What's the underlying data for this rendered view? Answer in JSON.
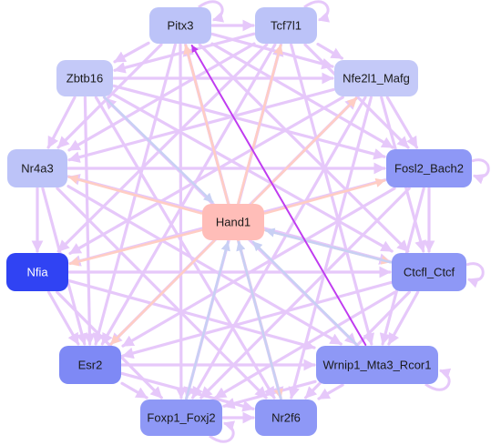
{
  "graph": {
    "nodes": [
      {
        "id": "pitx3",
        "label": "Pitx3",
        "fill": "#bcc3f8",
        "text": "#1a1a1a"
      },
      {
        "id": "tcf7l1",
        "label": "Tcf7l1",
        "fill": "#bcc3f8",
        "text": "#1a1a1a"
      },
      {
        "id": "zbtb16",
        "label": "Zbtb16",
        "fill": "#c4c9f8",
        "text": "#1a1a1a"
      },
      {
        "id": "nfe2l1",
        "label": "Nfe2l1_Mafg",
        "fill": "#c4c9f8",
        "text": "#1a1a1a"
      },
      {
        "id": "nr4a3",
        "label": "Nr4a3",
        "fill": "#bcc3f8",
        "text": "#1a1a1a"
      },
      {
        "id": "fosl2",
        "label": "Fosl2_Bach2",
        "fill": "#8e98f6",
        "text": "#1a1a1a"
      },
      {
        "id": "hand1",
        "label": "Hand1",
        "fill": "#ffbdb8",
        "text": "#1a1a1a"
      },
      {
        "id": "nfia",
        "label": "Nfia",
        "fill": "#3043f3",
        "text": "#ffffff"
      },
      {
        "id": "ctcfl",
        "label": "Ctcfl_Ctcf",
        "fill": "#8e98f6",
        "text": "#1a1a1a"
      },
      {
        "id": "esr2",
        "label": "Esr2",
        "fill": "#7e89f5",
        "text": "#1a1a1a"
      },
      {
        "id": "wrnip1",
        "label": "Wrnip1_Mta3_Rcor1",
        "fill": "#8e98f6",
        "text": "#1a1a1a"
      },
      {
        "id": "foxp1",
        "label": "Foxp1_Foxj2",
        "fill": "#8e98f6",
        "text": "#1a1a1a"
      },
      {
        "id": "nr2f6",
        "label": "Nr2f6",
        "fill": "#8e98f6",
        "text": "#1a1a1a"
      }
    ],
    "edge_colors": {
      "default": "#e6c8fa",
      "strong": "#c03cf0",
      "from_hand1": "#ffcdc4",
      "to_hand1": "#c8d0f4"
    },
    "edges": [
      {
        "from": "wrnip1",
        "to": "pitx3",
        "kind": "strong"
      },
      {
        "from": "hand1",
        "to": "pitx3",
        "kind": "from_hand1"
      },
      {
        "from": "hand1",
        "to": "tcf7l1",
        "kind": "from_hand1"
      },
      {
        "from": "hand1",
        "to": "nr4a3",
        "kind": "from_hand1"
      },
      {
        "from": "hand1",
        "to": "nfe2l1",
        "kind": "from_hand1"
      },
      {
        "from": "hand1",
        "to": "fosl2",
        "kind": "from_hand1"
      },
      {
        "from": "hand1",
        "to": "nfia",
        "kind": "from_hand1"
      },
      {
        "from": "hand1",
        "to": "esr2",
        "kind": "from_hand1"
      },
      {
        "from": "hand1",
        "to": "nr2f6",
        "kind": "from_hand1"
      },
      {
        "from": "hand1",
        "to": "ctcfl",
        "kind": "from_hand1"
      },
      {
        "from": "zbtb16",
        "to": "hand1",
        "kind": "to_hand1"
      },
      {
        "from": "foxp1",
        "to": "hand1",
        "kind": "to_hand1"
      },
      {
        "from": "wrnip1",
        "to": "hand1",
        "kind": "to_hand1"
      },
      {
        "from": "ctcfl",
        "to": "hand1",
        "kind": "to_hand1"
      },
      {
        "from": "nr2f6",
        "to": "hand1",
        "kind": "to_hand1"
      },
      {
        "from": "pitx3",
        "to": "tcf7l1",
        "kind": "default"
      },
      {
        "from": "pitx3",
        "to": "zbtb16",
        "kind": "default"
      },
      {
        "from": "pitx3",
        "to": "nfe2l1",
        "kind": "default"
      },
      {
        "from": "pitx3",
        "to": "nr4a3",
        "kind": "default"
      },
      {
        "from": "pitx3",
        "to": "fosl2",
        "kind": "default"
      },
      {
        "from": "pitx3",
        "to": "esr2",
        "kind": "default"
      },
      {
        "from": "pitx3",
        "to": "foxp1",
        "kind": "default"
      },
      {
        "from": "pitx3",
        "to": "nr2f6",
        "kind": "default"
      },
      {
        "from": "pitx3",
        "to": "ctcfl",
        "kind": "default"
      },
      {
        "from": "tcf7l1",
        "to": "zbtb16",
        "kind": "default"
      },
      {
        "from": "tcf7l1",
        "to": "nfe2l1",
        "kind": "default"
      },
      {
        "from": "tcf7l1",
        "to": "nr4a3",
        "kind": "default"
      },
      {
        "from": "tcf7l1",
        "to": "fosl2",
        "kind": "default"
      },
      {
        "from": "tcf7l1",
        "to": "nfia",
        "kind": "default"
      },
      {
        "from": "tcf7l1",
        "to": "esr2",
        "kind": "default"
      },
      {
        "from": "tcf7l1",
        "to": "foxp1",
        "kind": "default"
      },
      {
        "from": "tcf7l1",
        "to": "wrnip1",
        "kind": "default"
      },
      {
        "from": "zbtb16",
        "to": "nfe2l1",
        "kind": "default"
      },
      {
        "from": "zbtb16",
        "to": "nr4a3",
        "kind": "default"
      },
      {
        "from": "zbtb16",
        "to": "fosl2",
        "kind": "default"
      },
      {
        "from": "zbtb16",
        "to": "ctcfl",
        "kind": "default"
      },
      {
        "from": "zbtb16",
        "to": "wrnip1",
        "kind": "default"
      },
      {
        "from": "zbtb16",
        "to": "nr2f6",
        "kind": "default"
      },
      {
        "from": "zbtb16",
        "to": "esr2",
        "kind": "default"
      },
      {
        "from": "nfe2l1",
        "to": "nr4a3",
        "kind": "default"
      },
      {
        "from": "nfe2l1",
        "to": "fosl2",
        "kind": "default"
      },
      {
        "from": "nfe2l1",
        "to": "nfia",
        "kind": "default"
      },
      {
        "from": "nfe2l1",
        "to": "ctcfl",
        "kind": "default"
      },
      {
        "from": "nfe2l1",
        "to": "esr2",
        "kind": "default"
      },
      {
        "from": "nfe2l1",
        "to": "foxp1",
        "kind": "default"
      },
      {
        "from": "nfe2l1",
        "to": "nr2f6",
        "kind": "default"
      },
      {
        "from": "nr4a3",
        "to": "fosl2",
        "kind": "default"
      },
      {
        "from": "nr4a3",
        "to": "nfia",
        "kind": "default"
      },
      {
        "from": "nr4a3",
        "to": "ctcfl",
        "kind": "default"
      },
      {
        "from": "nr4a3",
        "to": "esr2",
        "kind": "default"
      },
      {
        "from": "nr4a3",
        "to": "wrnip1",
        "kind": "default"
      },
      {
        "from": "nr4a3",
        "to": "nr2f6",
        "kind": "default"
      },
      {
        "from": "fosl2",
        "to": "nfia",
        "kind": "default"
      },
      {
        "from": "fosl2",
        "to": "ctcfl",
        "kind": "default"
      },
      {
        "from": "fosl2",
        "to": "esr2",
        "kind": "default"
      },
      {
        "from": "fosl2",
        "to": "foxp1",
        "kind": "default"
      },
      {
        "from": "fosl2",
        "to": "wrnip1",
        "kind": "default"
      },
      {
        "from": "nfia",
        "to": "ctcfl",
        "kind": "default"
      },
      {
        "from": "nfia",
        "to": "esr2",
        "kind": "default"
      },
      {
        "from": "nfia",
        "to": "wrnip1",
        "kind": "default"
      },
      {
        "from": "nfia",
        "to": "foxp1",
        "kind": "default"
      },
      {
        "from": "ctcfl",
        "to": "esr2",
        "kind": "default"
      },
      {
        "from": "ctcfl",
        "to": "wrnip1",
        "kind": "default"
      },
      {
        "from": "ctcfl",
        "to": "foxp1",
        "kind": "default"
      },
      {
        "from": "ctcfl",
        "to": "nr2f6",
        "kind": "default"
      },
      {
        "from": "esr2",
        "to": "wrnip1",
        "kind": "default"
      },
      {
        "from": "esr2",
        "to": "foxp1",
        "kind": "default"
      },
      {
        "from": "esr2",
        "to": "nr2f6",
        "kind": "default"
      },
      {
        "from": "wrnip1",
        "to": "foxp1",
        "kind": "default"
      },
      {
        "from": "wrnip1",
        "to": "nr2f6",
        "kind": "default"
      },
      {
        "from": "foxp1",
        "to": "nr2f6",
        "kind": "default"
      },
      {
        "from": "nr2f6",
        "to": "pitx3",
        "kind": "default"
      },
      {
        "from": "foxp1",
        "to": "tcf7l1",
        "kind": "default"
      },
      {
        "from": "wrnip1",
        "to": "zbtb16",
        "kind": "default"
      },
      {
        "from": "esr2",
        "to": "nfe2l1",
        "kind": "default"
      },
      {
        "from": "ctcfl",
        "to": "nr4a3",
        "kind": "default"
      }
    ],
    "self_loops": [
      "pitx3",
      "tcf7l1",
      "fosl2",
      "ctcfl",
      "wrnip1",
      "foxp1"
    ]
  }
}
